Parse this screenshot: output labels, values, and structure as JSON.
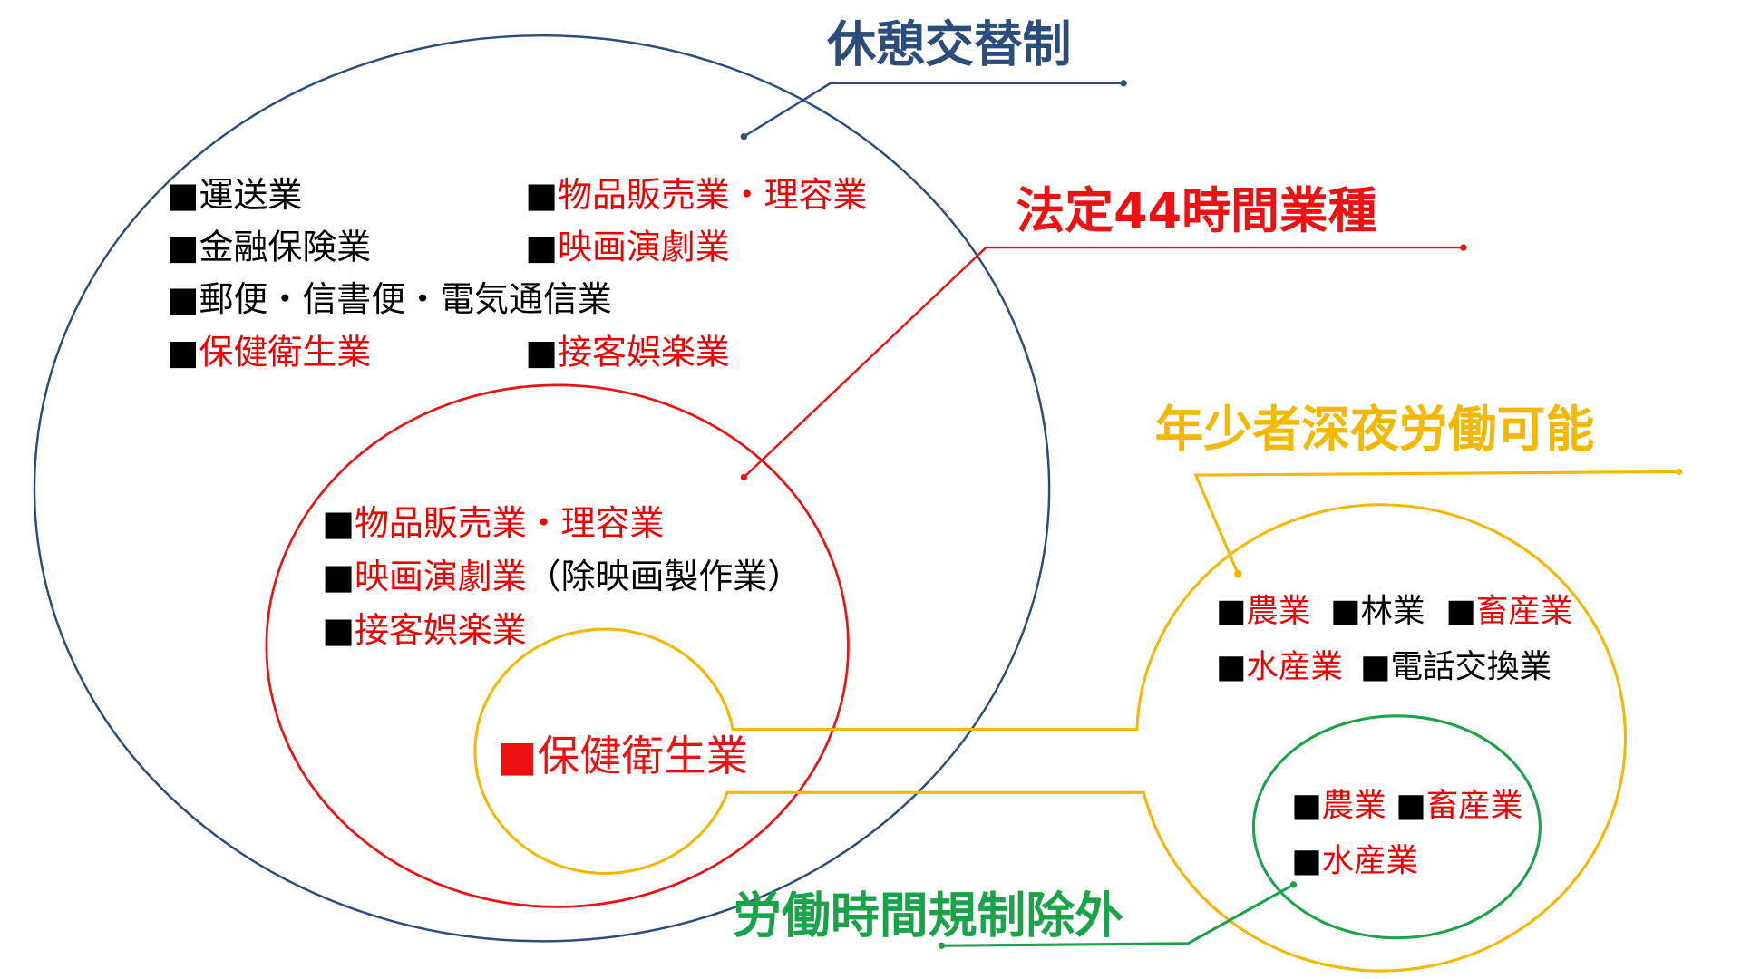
{
  "colors": {
    "blue": "#2c4c7c",
    "red": "#ee1111",
    "yellow": "#f5b800",
    "green": "#1aa34a"
  },
  "bullet": "■",
  "rest_shift": {
    "title": "休憩交替制",
    "items": [
      "運送業",
      "金融保険業",
      "郵便・信書便・電気通信業",
      "保健衛生業",
      "物品販売業・理容業",
      "映画演劇業",
      "接客娯楽業"
    ]
  },
  "hours44": {
    "title": "法定44時間業種",
    "items": [
      "物品販売業・理容業",
      "映画演劇業",
      "（除映画製作業）",
      "接客娯楽業"
    ]
  },
  "overlap": {
    "item": "保健衛生業"
  },
  "youth_night": {
    "title": "年少者深夜労働可能",
    "items": [
      "農業",
      "林業",
      "畜産業",
      "水産業",
      "電話交換業"
    ]
  },
  "exempt": {
    "title": "労働時間規制除外",
    "items": [
      "農業",
      "畜産業",
      "水産業"
    ]
  }
}
